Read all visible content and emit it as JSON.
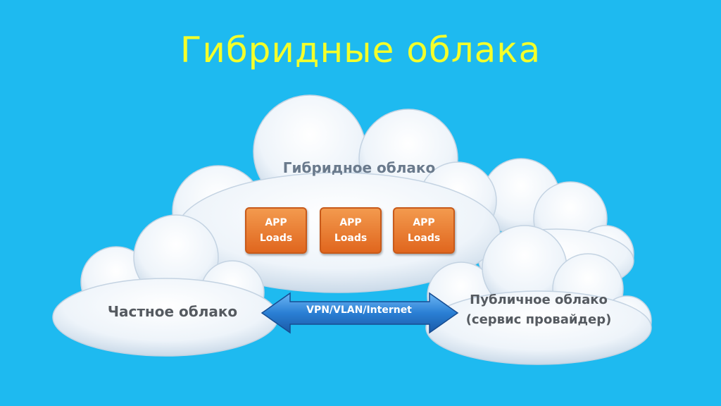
{
  "title": "Гибридные облака",
  "hybrid_cloud": {
    "label": "Гибридное облако",
    "apps": [
      {
        "line1": "APP",
        "line2": "Loads"
      },
      {
        "line1": "APP",
        "line2": "Loads"
      },
      {
        "line1": "APP",
        "line2": "Loads"
      }
    ]
  },
  "private_cloud": {
    "label": "Частное облако"
  },
  "public_cloud": {
    "line1": "Публичное облако",
    "line2": "(сервис провайдер)"
  },
  "connection": {
    "label": "VPN/VLAN/Internet"
  },
  "colors": {
    "background": "#1ebaf0",
    "title": "#f4ff2a",
    "app_box": "#e8782e",
    "arrow": "#2a7fd4"
  },
  "icons": [
    "cloud-shape",
    "double-arrow"
  ]
}
